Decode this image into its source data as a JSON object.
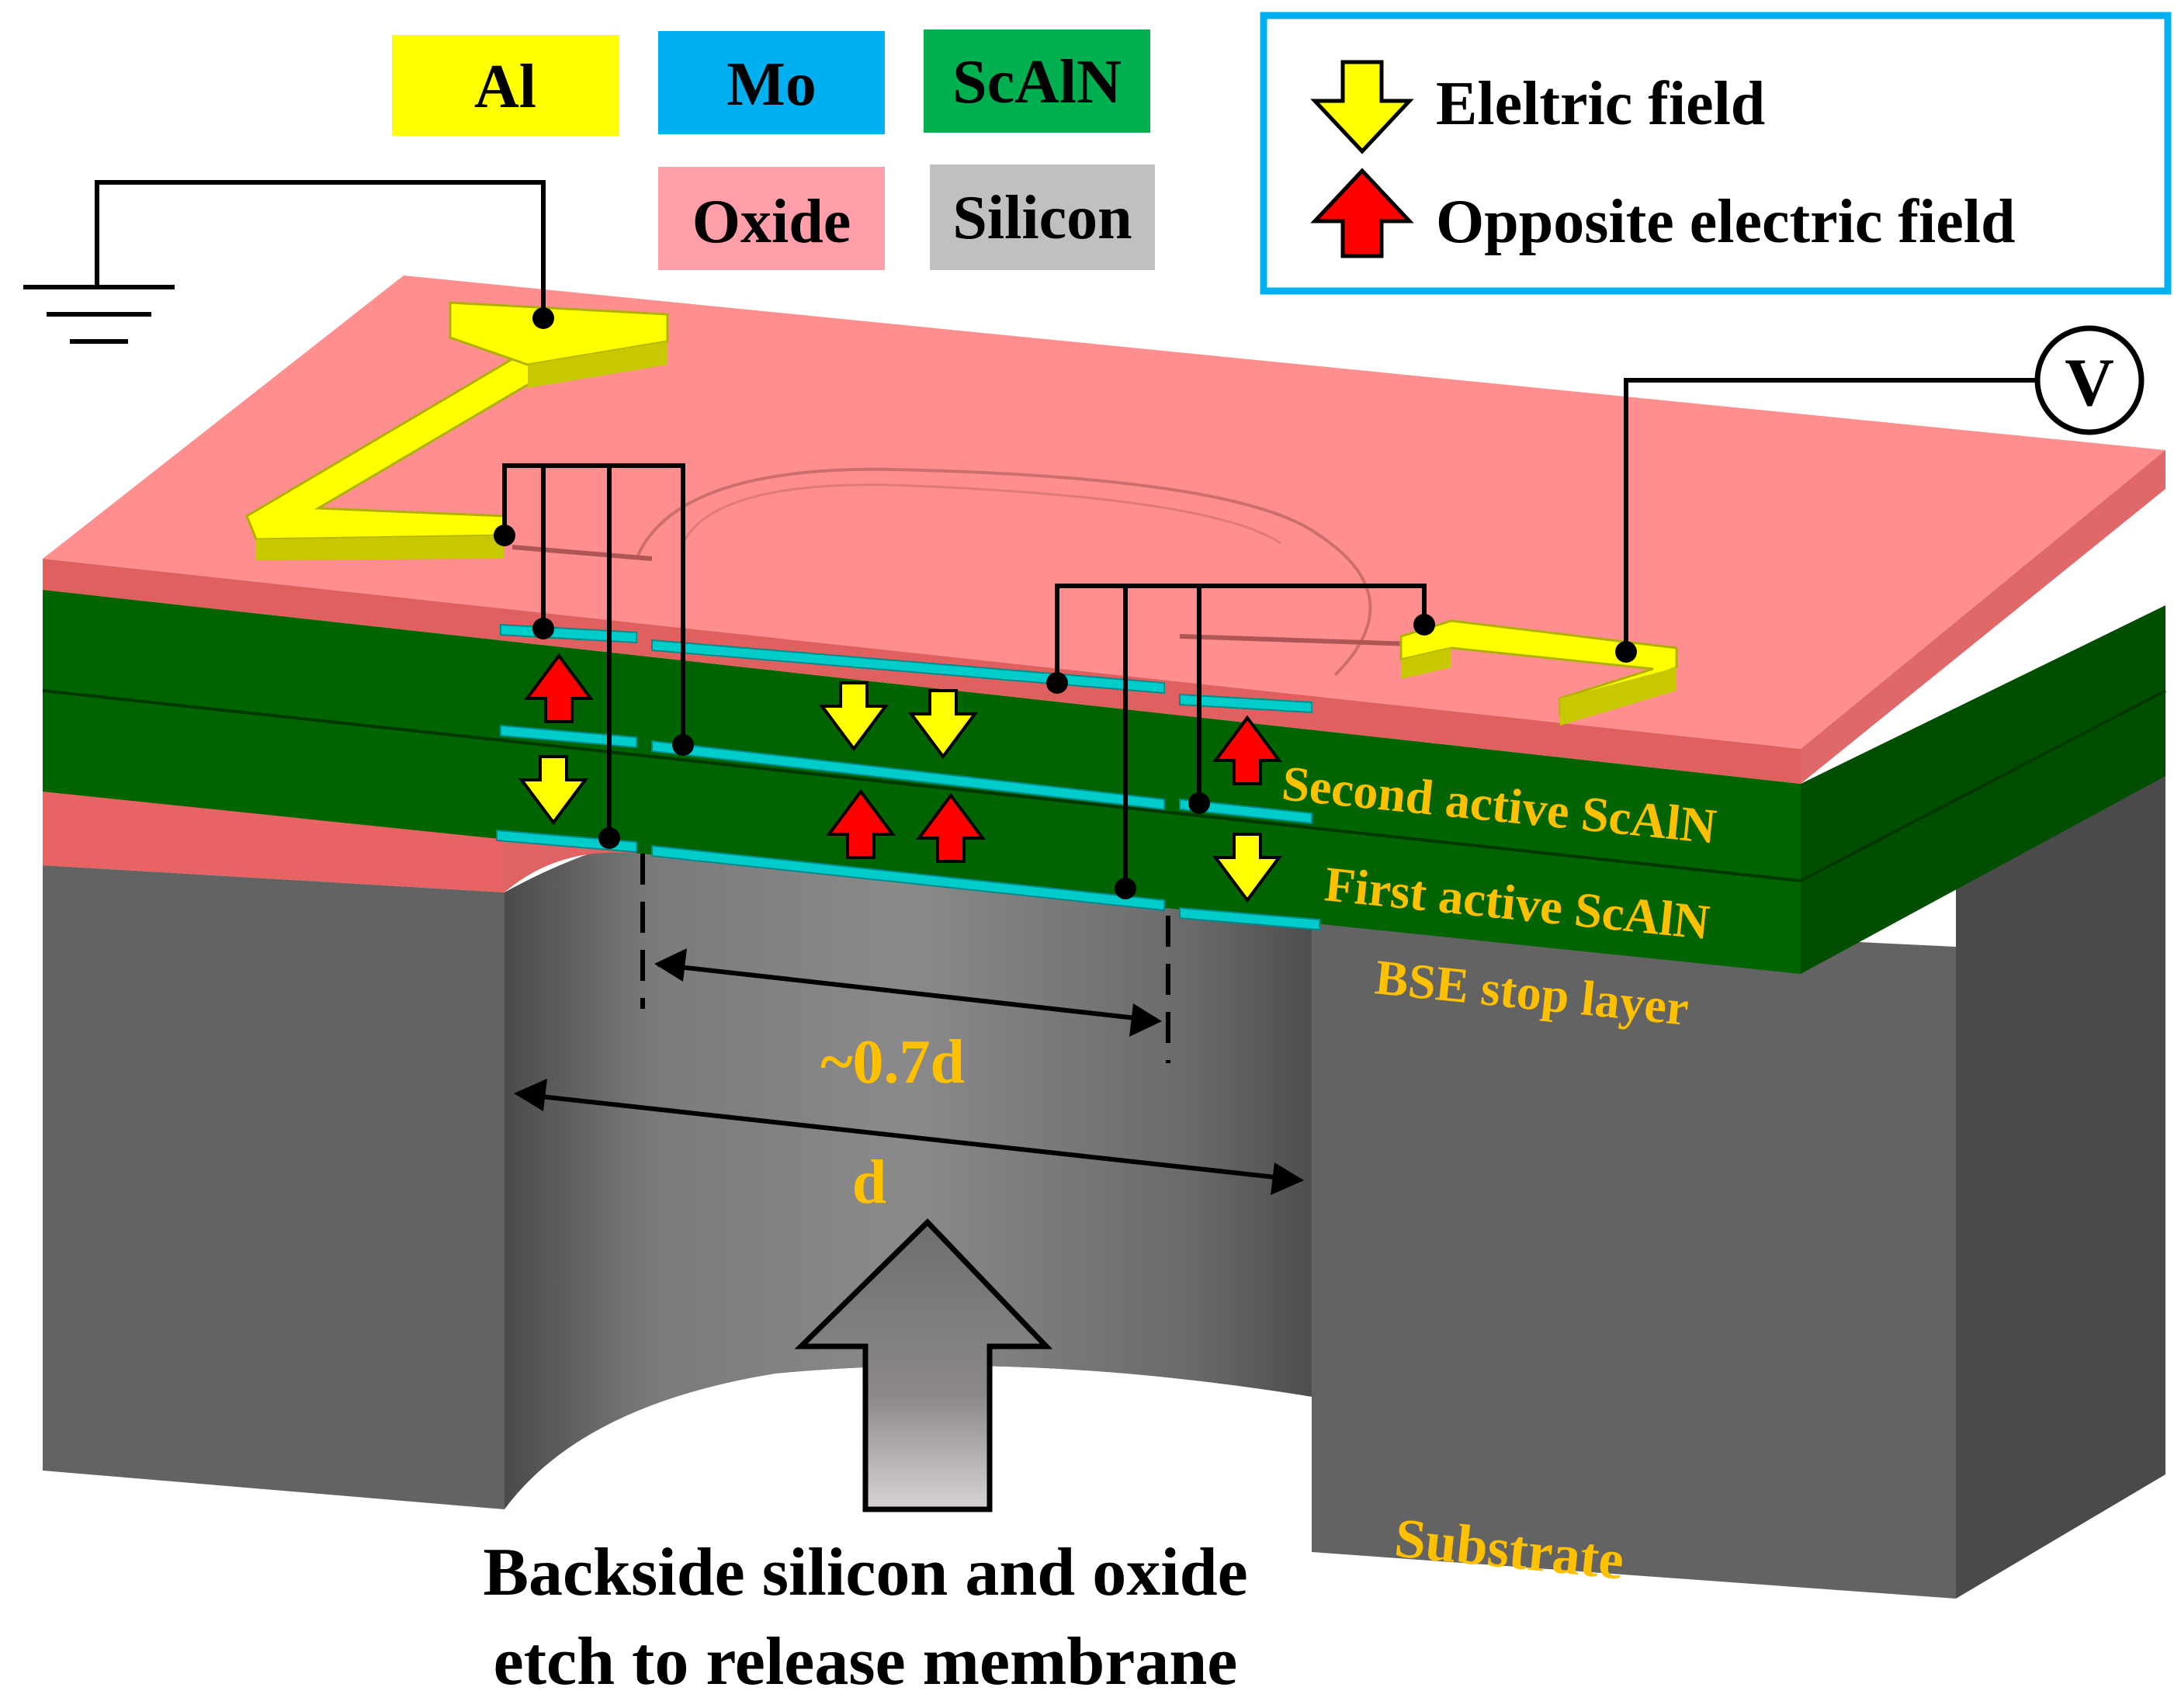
{
  "materials": {
    "al": "Al",
    "mo": "Mo",
    "scaln": "ScAlN",
    "oxide": "Oxide",
    "silicon": "Silicon"
  },
  "legend": {
    "electric_field": "Eleltric field",
    "opposite_field": "Opposite electric field"
  },
  "voltmeter": "V",
  "layers": {
    "second_active": "Second active ScAlN",
    "first_active": "First active ScAlN",
    "bse_stop": "BSE stop layer",
    "substrate": "Substrate"
  },
  "dims": {
    "inner": "~0.7d",
    "outer": "d"
  },
  "caption": {
    "line1": "Backside silicon and oxide",
    "line2": "etch to release membrane"
  },
  "colors": {
    "al": "#ffff00",
    "mo": "#00b0f0",
    "scaln": "#00b050",
    "oxide": "#ff9ea8",
    "silicon": "#c0c0c0",
    "label_orange": "#ffc000",
    "legend_border": "#00b0f0",
    "field_down": "#ffff00",
    "field_up": "#ff0000"
  }
}
